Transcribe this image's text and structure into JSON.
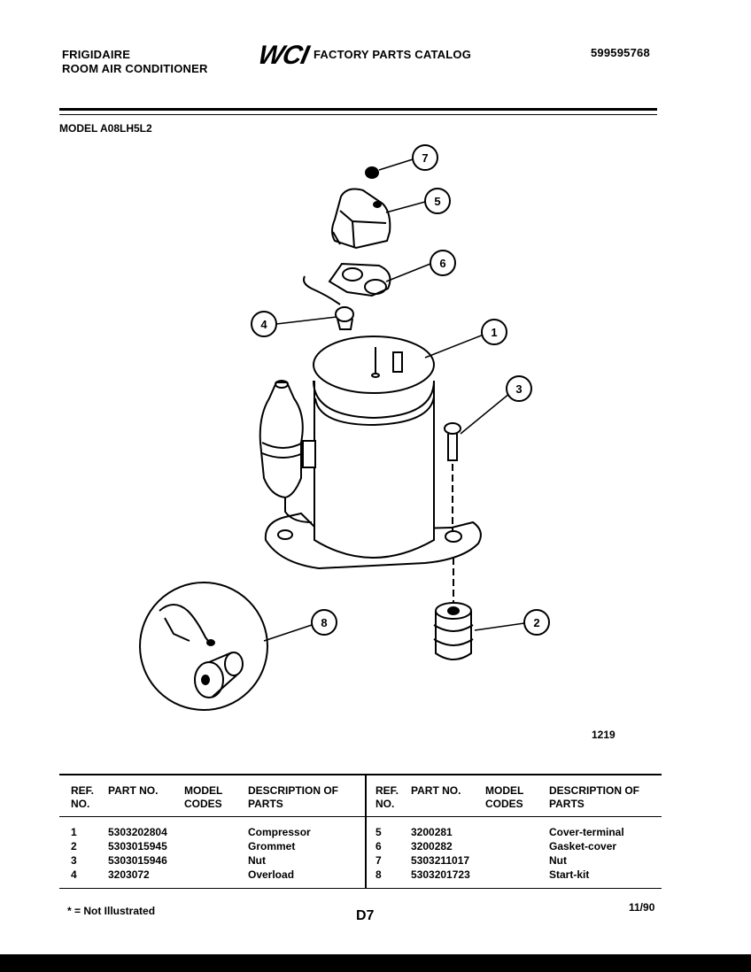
{
  "header": {
    "brand_line1": "FRIGIDAIRE",
    "brand_line2": "ROOM AIR CONDITIONER",
    "logo_text": "WCI",
    "catalog_title": "FACTORY PARTS CATALOG",
    "doc_number": "599595768"
  },
  "model_label": "MODEL A08LH5L2",
  "diagram": {
    "callouts": [
      "7",
      "5",
      "6",
      "4",
      "1",
      "3",
      "8",
      "2"
    ],
    "drawing_number": "1219"
  },
  "table": {
    "headers": {
      "ref_no": "REF. NO.",
      "part_no": "PART NO.",
      "model_codes": "MODEL CODES",
      "description": "DESCRIPTION OF PARTS"
    },
    "left_rows": [
      {
        "ref": "1",
        "part": "5303202804",
        "codes": "",
        "desc": "Compressor"
      },
      {
        "ref": "2",
        "part": "5303015945",
        "codes": "",
        "desc": "Grommet"
      },
      {
        "ref": "3",
        "part": "5303015946",
        "codes": "",
        "desc": "Nut"
      },
      {
        "ref": "4",
        "part": "3203072",
        "codes": "",
        "desc": "Overload"
      }
    ],
    "right_rows": [
      {
        "ref": "5",
        "part": "3200281",
        "codes": "",
        "desc": "Cover-terminal"
      },
      {
        "ref": "6",
        "part": "3200282",
        "codes": "",
        "desc": "Gasket-cover"
      },
      {
        "ref": "7",
        "part": "5303211017",
        "codes": "",
        "desc": "Nut"
      },
      {
        "ref": "8",
        "part": "5303201723",
        "codes": "",
        "desc": "Start-kit"
      }
    ]
  },
  "footer": {
    "note": "* = Not Illustrated",
    "page_code": "D7",
    "date": "11/90"
  }
}
